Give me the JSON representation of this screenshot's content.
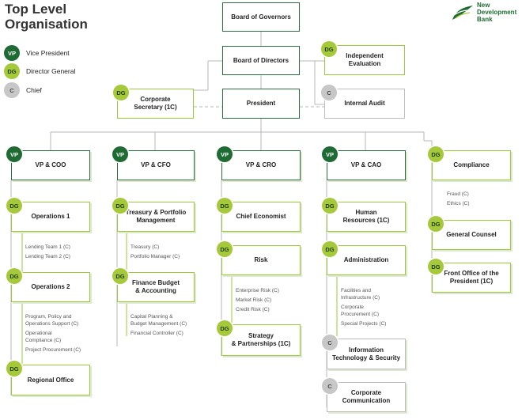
{
  "title": {
    "line1": "Top Level",
    "line2": "Organisation"
  },
  "logo": {
    "line1": "New",
    "line2": "Development",
    "line3": "Bank",
    "icon": "ndb-leaf-logo"
  },
  "legend": [
    {
      "badge": "VP",
      "label": "Vice President"
    },
    {
      "badge": "DG",
      "label": "Director General"
    },
    {
      "badge": "C",
      "label": "Chief"
    }
  ],
  "top": {
    "board_governors": "Board of Governors",
    "board_directors": "Board of Directors",
    "president": "President",
    "independent_evaluation": {
      "badge": "DG",
      "line1": "Independent",
      "line2": "Evaluation"
    },
    "internal_audit": {
      "badge": "C",
      "label": "Internal Audit"
    },
    "corporate_secretary": {
      "badge": "DG",
      "line1": "Corporate",
      "line2": "Secretary (1C)"
    }
  },
  "columns": {
    "coo": {
      "badge": "VP",
      "label": "VP & COO",
      "ops1": {
        "badge": "DG",
        "label": "Operations 1",
        "subs": [
          "Lending Team 1 (C)",
          "Lending Team 2 (C)"
        ]
      },
      "ops2": {
        "badge": "DG",
        "label": "Operations 2",
        "subs": [
          "Program, Policy and",
          "Operations Support  (C)",
          "Operational",
          "Compliance (C)",
          "Project Procurement (C)"
        ]
      },
      "regional": {
        "badge": "DG",
        "label": "Regional Office"
      }
    },
    "cfo": {
      "badge": "VP",
      "label": "VP & CFO",
      "treasury": {
        "badge": "DG",
        "line1": "Treasury & Portfolio",
        "line2": "Management",
        "subs": [
          "Treasury (C)",
          "Portfolio Manager (C)"
        ]
      },
      "finance": {
        "badge": "DG",
        "line1": "Finance Budget",
        "line2": "& Accounting",
        "subs": [
          "Capital Planning &",
          "Budget Management (C)",
          "Financial Controller (C)"
        ]
      }
    },
    "cro": {
      "badge": "VP",
      "label": "VP & CRO",
      "economist": {
        "badge": "DG",
        "label": "Chief Economist"
      },
      "risk": {
        "badge": "DG",
        "label": "Risk",
        "subs": [
          "Enterprise Risk (C)",
          "Market Risk (C)",
          "Credit Risk (C)"
        ]
      },
      "strategy": {
        "badge": "DG",
        "line1": "Strategy",
        "line2": "& Partnerships (1C)"
      }
    },
    "cao": {
      "badge": "VP",
      "label": "VP & CAO",
      "hr": {
        "badge": "DG",
        "line1": "Human",
        "line2": "Resources (1C)"
      },
      "admin": {
        "badge": "DG",
        "label": "Administration",
        "subs": [
          "Facilities and",
          "Infrastructure (C)",
          "Corporate",
          "Procurement (C)",
          "Special Projects (C)"
        ]
      },
      "it": {
        "badge": "C",
        "line1": "Information",
        "line2": "Technology & Security"
      },
      "comms": {
        "badge": "C",
        "line1": "Corporate",
        "line2": "Communication"
      }
    },
    "right": {
      "compliance": {
        "badge": "DG",
        "label": "Compliance",
        "subs": [
          "Fraud (C)",
          "Ethics (C)"
        ]
      },
      "counsel": {
        "badge": "DG",
        "label": "General Counsel"
      },
      "front_office": {
        "badge": "DG",
        "line1": "Front Office of the",
        "line2": "President (1C)"
      }
    }
  },
  "colors": {
    "vp": "#1e6b33",
    "dg": "#a5c93a",
    "chief": "#c7c7c7",
    "green_border": "#9acb3b",
    "dark_border": "#2c6e3f",
    "line": "#b7b7b7"
  }
}
